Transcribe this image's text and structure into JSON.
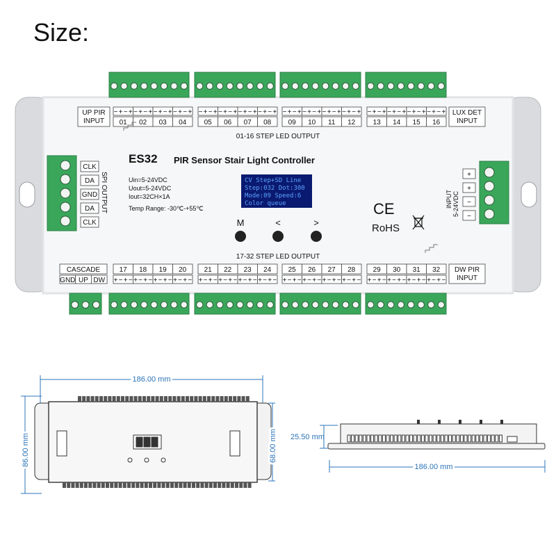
{
  "page": {
    "heading": "Size:"
  },
  "device": {
    "model": "ES32",
    "title": "PIR Sensor Stair Light Controller",
    "specs": [
      "Uin=5-24VDC",
      "Uout=5-24VDC",
      "Iout=32CH×1A",
      "Temp Range: -30℃-+55℃"
    ],
    "top_section_label": "01-16 STEP LED OUTPUT",
    "bottom_section_label": "17-32 STEP LED OUTPUT",
    "up_pir": [
      "UP PIR",
      "INPUT"
    ],
    "lux_det": [
      "LUX DET",
      "INPUT"
    ],
    "dw_pir": [
      "DW PIR",
      "INPUT"
    ],
    "cascade": {
      "title": "CASCADE",
      "pins": [
        "GND",
        "UP",
        "DW"
      ]
    },
    "spi": {
      "title": "SPI OUTPUT",
      "pins": [
        "CLK",
        "DA",
        "GND",
        "DA",
        "CLK"
      ]
    },
    "input": {
      "title": "INPUT",
      "voltage": "5-24VDC",
      "pins": [
        "+",
        "+",
        "−",
        "−"
      ]
    },
    "display_lines": [
      "CV Step+SD Line",
      "Step:032 Dot:300",
      "Mode:09  Speed:6",
      "Color queue"
    ],
    "buttons": [
      "M",
      "<",
      ">"
    ],
    "certs": {
      "ce": "CE",
      "rohs": "RoHS"
    },
    "top_channels": [
      "01",
      "02",
      "03",
      "04",
      "05",
      "06",
      "07",
      "08",
      "09",
      "10",
      "11",
      "12",
      "13",
      "14",
      "15",
      "16"
    ],
    "bottom_channels": [
      "17",
      "18",
      "19",
      "20",
      "21",
      "22",
      "23",
      "24",
      "25",
      "26",
      "27",
      "28",
      "29",
      "30",
      "31",
      "32"
    ],
    "polarity_top": [
      "−",
      "+",
      "−",
      "+"
    ],
    "polarity_bottom": [
      "+",
      "−",
      "+",
      "−"
    ]
  },
  "dimensions": {
    "length": "186.00 mm",
    "width": "86.00 mm",
    "inner_width": "68.00 mm",
    "height": "25.50 mm",
    "side_length": "186.00 mm"
  },
  "colors": {
    "terminal_green": "#3aa65a",
    "terminal_dark": "#2a7f45",
    "dimension_blue": "#2b74b8",
    "display_bg": "#0a1a70",
    "display_text": "#5da2ff"
  }
}
